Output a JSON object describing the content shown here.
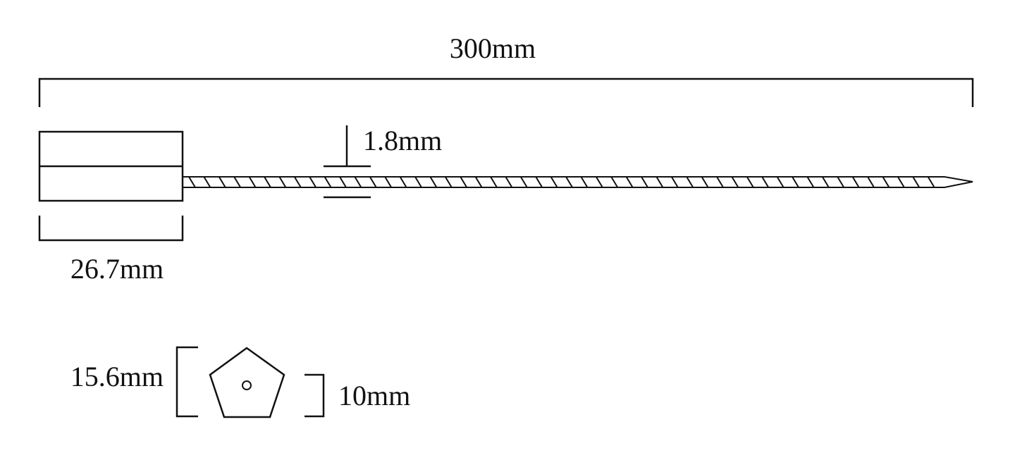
{
  "dimensions": {
    "total_length": "300mm",
    "cable_diameter": "1.8mm",
    "head_length": "26.7mm",
    "head_width": "15.6mm",
    "head_inner": "10mm"
  },
  "colors": {
    "stroke": "#111111",
    "background": "#ffffff"
  }
}
